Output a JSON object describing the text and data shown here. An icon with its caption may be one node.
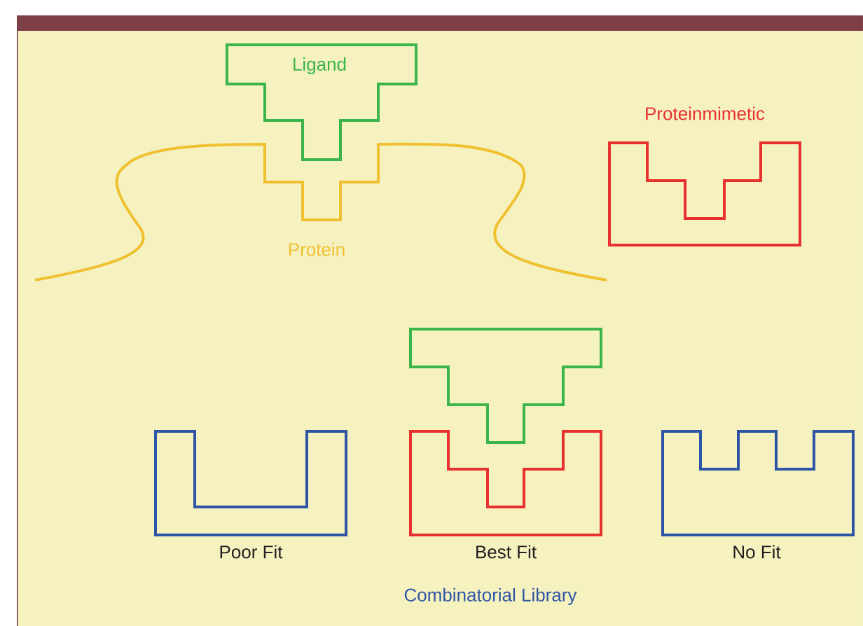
{
  "diagram": {
    "nodes": [
      {
        "text": [
          "Ligand"
        ]
      },
      {
        "text": [
          "Protein"
        ]
      },
      {
        "text": [
          "Proteinmimetic"
        ]
      },
      {
        "text": [],
        "shape": "box"
      },
      {
        "text": [
          "Poor Fit"
        ]
      },
      {
        "text": [
          "Best Fit"
        ]
      },
      {
        "text": [
          "No Fit"
        ]
      }
    ],
    "labels": [
      "Combinatorial Library"
    ]
  }
}
